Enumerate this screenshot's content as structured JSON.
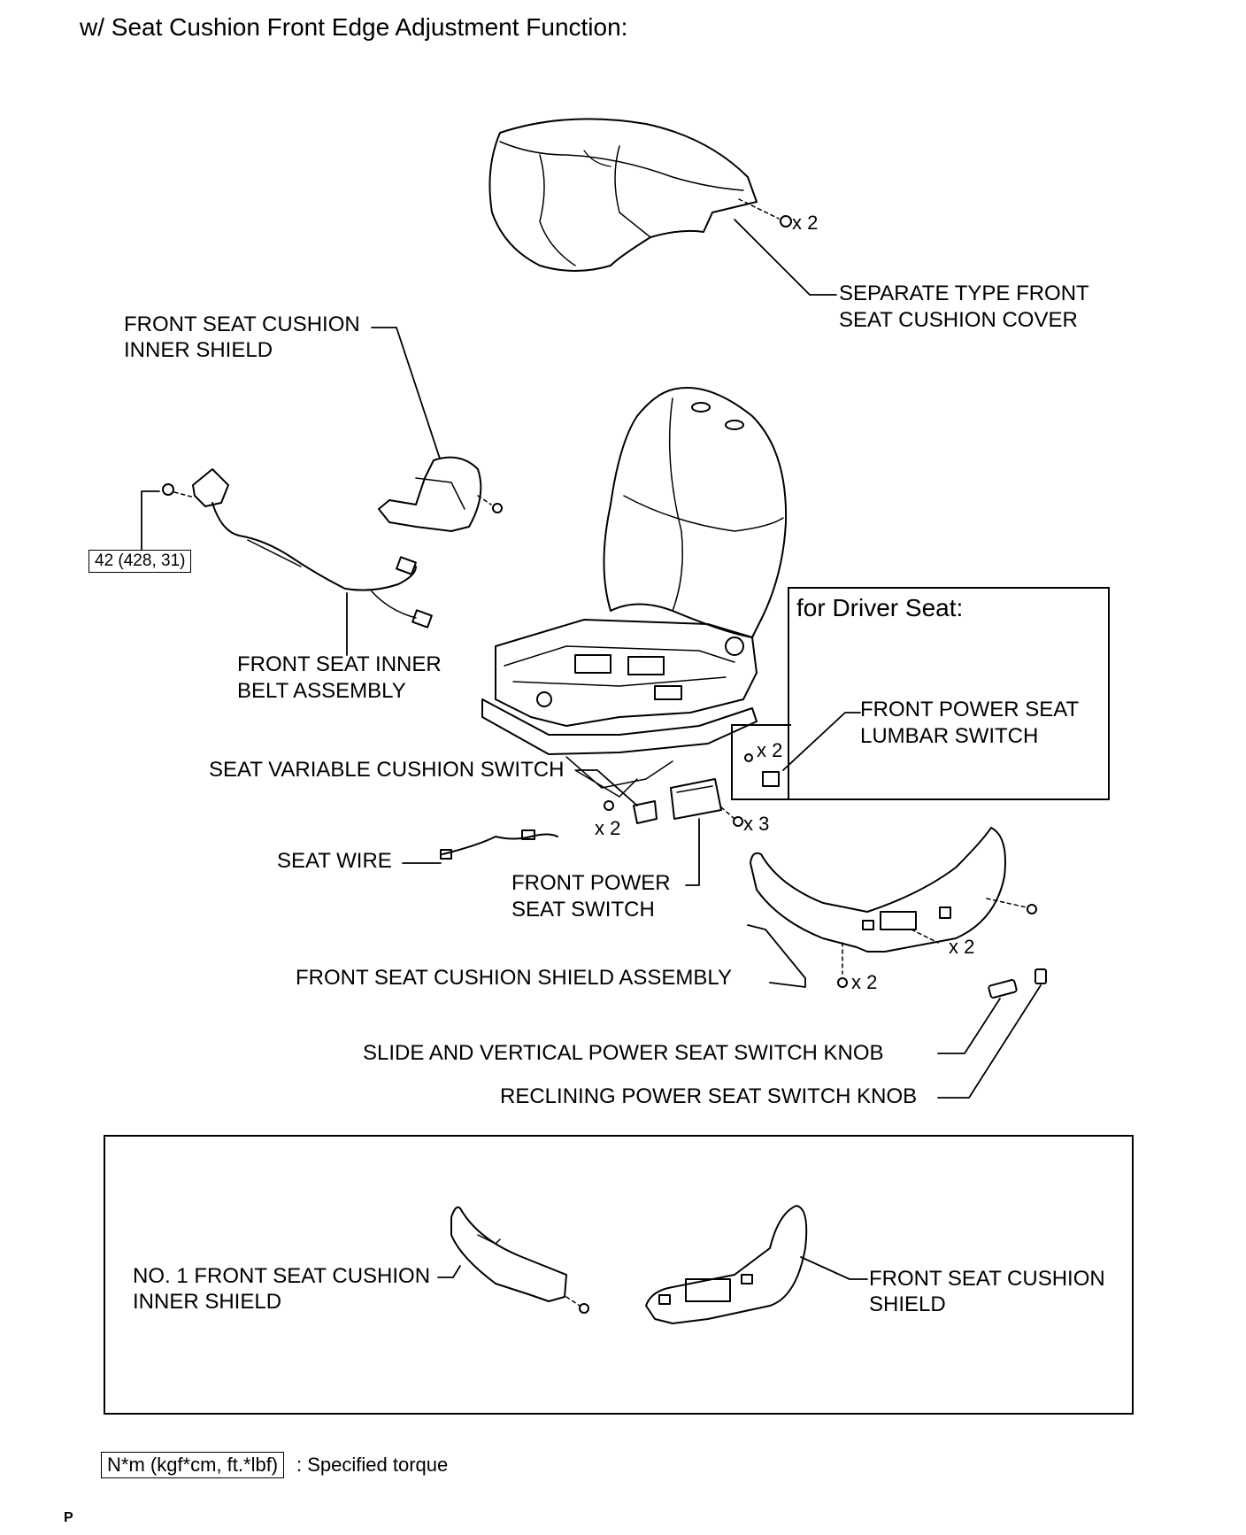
{
  "title": "w/ Seat Cushion Front Edge Adjustment Function:",
  "labels": {
    "cushion_cover_l1": "SEPARATE TYPE FRONT",
    "cushion_cover_l2": "SEAT CUSHION COVER",
    "inner_shield_l1": "FRONT SEAT CUSHION",
    "inner_shield_l2": "INNER SHIELD",
    "belt_l1": "FRONT SEAT INNER",
    "belt_l2": "BELT ASSEMBLY",
    "variable_switch": "SEAT VARIABLE CUSHION SWITCH",
    "seat_wire": "SEAT WIRE",
    "power_switch_l1": "FRONT POWER",
    "power_switch_l2": "SEAT SWITCH",
    "shield_assembly": "FRONT SEAT CUSHION SHIELD ASSEMBLY",
    "slide_knob": "SLIDE AND VERTICAL POWER SEAT SWITCH KNOB",
    "reclining_knob": "RECLINING POWER SEAT SWITCH KNOB",
    "driver_title": "for Driver Seat:",
    "lumbar_l1": "FRONT POWER SEAT",
    "lumbar_l2": "LUMBAR SWITCH",
    "no1_inner_l1": "NO. 1 FRONT SEAT CUSHION",
    "no1_inner_l2": "INNER SHIELD",
    "cushion_shield_l1": "FRONT SEAT CUSHION",
    "cushion_shield_l2": "SHIELD"
  },
  "torque_value": "42 (428, 31)",
  "quantities": {
    "cover_clips": "x 2",
    "variable_screws": "x 2",
    "power_screws": "x 3",
    "shield_screws": "x 2",
    "shield_clips": "x 2",
    "lumbar_screws": "x 2"
  },
  "legend": {
    "unit_box": "N*m (kgf*cm, ft.*lbf)",
    "unit_text": ": Specified torque"
  },
  "corner_code": "P"
}
